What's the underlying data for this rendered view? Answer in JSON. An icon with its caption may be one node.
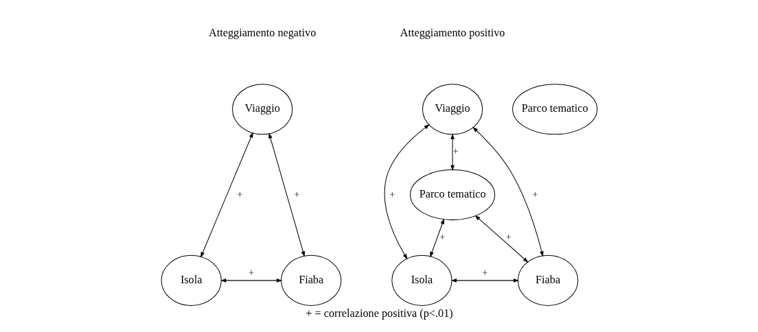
{
  "diagram": {
    "caption": "+ = correlazione positiva (p<.01)",
    "nodes": [
      {
        "text": [
          "Parco tematico"
        ]
      },
      {
        "text": [
          "Viaggio"
        ]
      },
      {
        "text": [
          "Isola"
        ]
      },
      {
        "text": [
          "Fiaba"
        ]
      },
      {
        "text": [
          "Viaggio"
        ]
      },
      {
        "text": [
          "Parco tematico"
        ]
      },
      {
        "text": [
          "Isola"
        ]
      },
      {
        "text": [
          "Fiaba"
        ]
      }
    ],
    "edges": [
      {
        "from": 1,
        "to": 2,
        "arrow": "both",
        "label": "+"
      },
      {
        "from": 1,
        "to": 3,
        "arrow": "both",
        "label": "+"
      },
      {
        "from": 2,
        "to": 3,
        "arrow": "both",
        "label": "+"
      },
      {
        "from": 4,
        "to": 5,
        "arrow": "both",
        "label": "+"
      },
      {
        "from": 4,
        "to": 6,
        "arrow": "both",
        "label": "+"
      },
      {
        "from": 4,
        "to": 7,
        "arrow": "both",
        "label": "+"
      },
      {
        "from": 5,
        "to": 6,
        "arrow": "both",
        "label": "+"
      },
      {
        "from": 5,
        "to": 7,
        "arrow": "both",
        "label": "+"
      },
      {
        "from": 6,
        "to": 7,
        "arrow": "both",
        "label": "+"
      }
    ],
    "labels": [
      "Atteggiamento negativo",
      "Atteggiamento positivo"
    ]
  }
}
